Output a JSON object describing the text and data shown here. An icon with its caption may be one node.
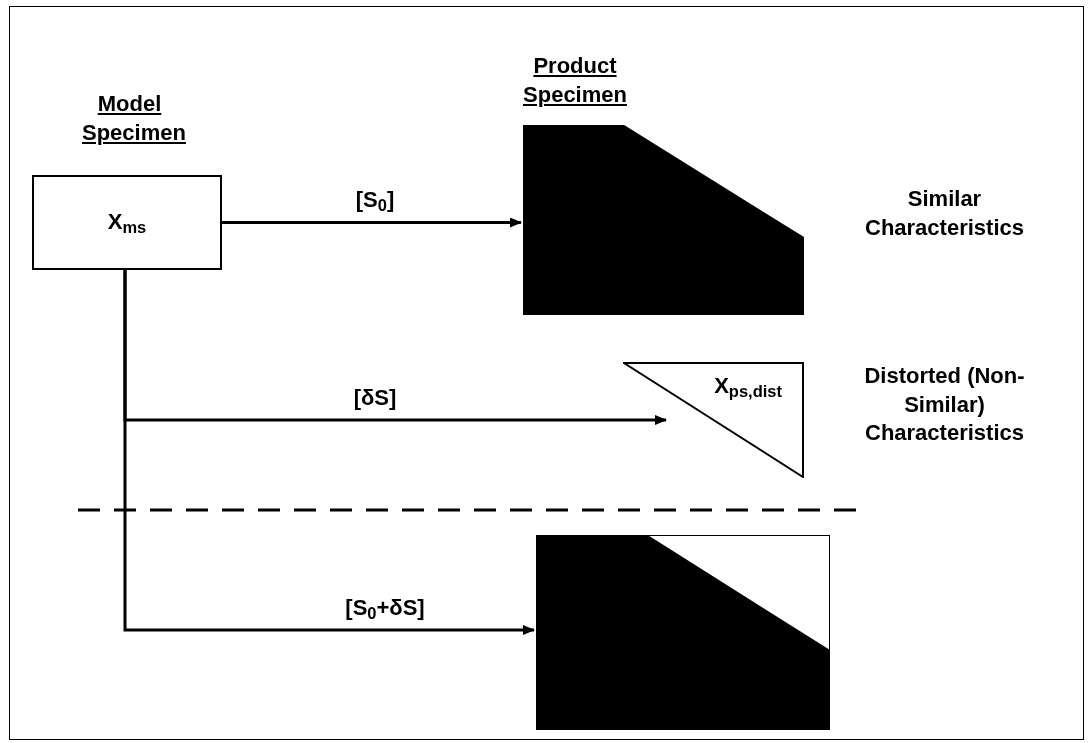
{
  "diagram": {
    "nodes": [
      {
        "text": [
          "Model Specimen",
          "X$_{ms}$"
        ]
      },
      {
        "text": [
          "Product Specimen"
        ],
        "beside": [
          "Similar Characteristics"
        ]
      },
      {
        "text": [
          "X$_{ps,dist}$"
        ],
        "beside": [
          "Distorted (Non-Similar) Characteristics"
        ]
      },
      {
        "text": [],
        "shape": "box"
      }
    ],
    "edges": [
      {
        "from": 0,
        "to": 1,
        "arrow": "to",
        "label": "[S$_{0}$]"
      },
      {
        "from": 0,
        "to": 2,
        "arrow": "to",
        "label": "[δS]"
      },
      {
        "from": 0,
        "to": 3,
        "arrow": "to",
        "label": "[S$_{0}$+δS]"
      }
    ]
  }
}
